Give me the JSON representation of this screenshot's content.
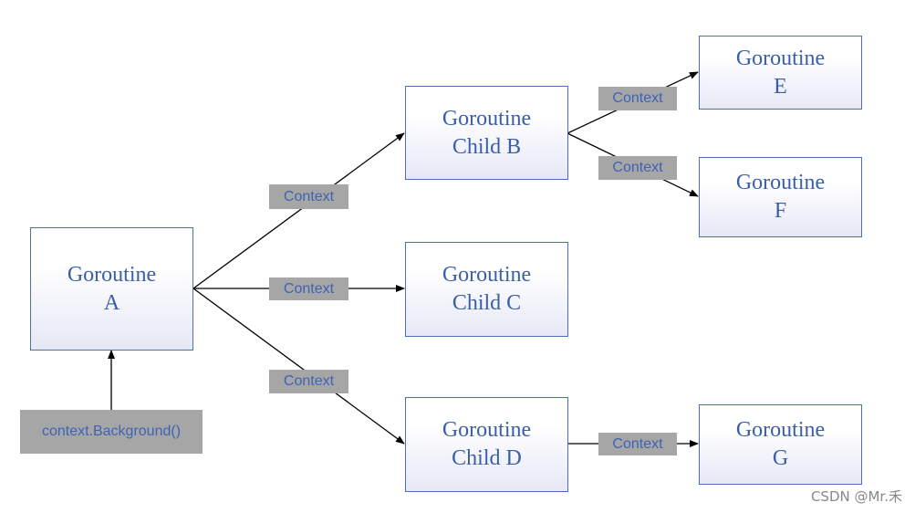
{
  "colors": {
    "node_border": "#4a6fb3",
    "node_text": "#3a5fa8",
    "tag_fill": "#a6a6a6",
    "tag_text": "#3e63b5",
    "wire": "#000000"
  },
  "nodes": {
    "a": {
      "line1": "Goroutine",
      "line2": "A"
    },
    "b": {
      "line1": "Goroutine",
      "line2": "Child B"
    },
    "c": {
      "line1": "Goroutine",
      "line2": "Child C"
    },
    "d": {
      "line1": "Goroutine",
      "line2": "Child D"
    },
    "e": {
      "line1": "Goroutine",
      "line2": "E"
    },
    "f": {
      "line1": "Goroutine",
      "line2": "F"
    },
    "g": {
      "line1": "Goroutine",
      "line2": "G"
    }
  },
  "edges": {
    "a_b": "Context",
    "a_c": "Context",
    "a_d": "Context",
    "b_e": "Context",
    "b_f": "Context",
    "d_g": "Context"
  },
  "root": {
    "label": "context.Background()"
  },
  "watermark": "CSDN @Mr.禾"
}
